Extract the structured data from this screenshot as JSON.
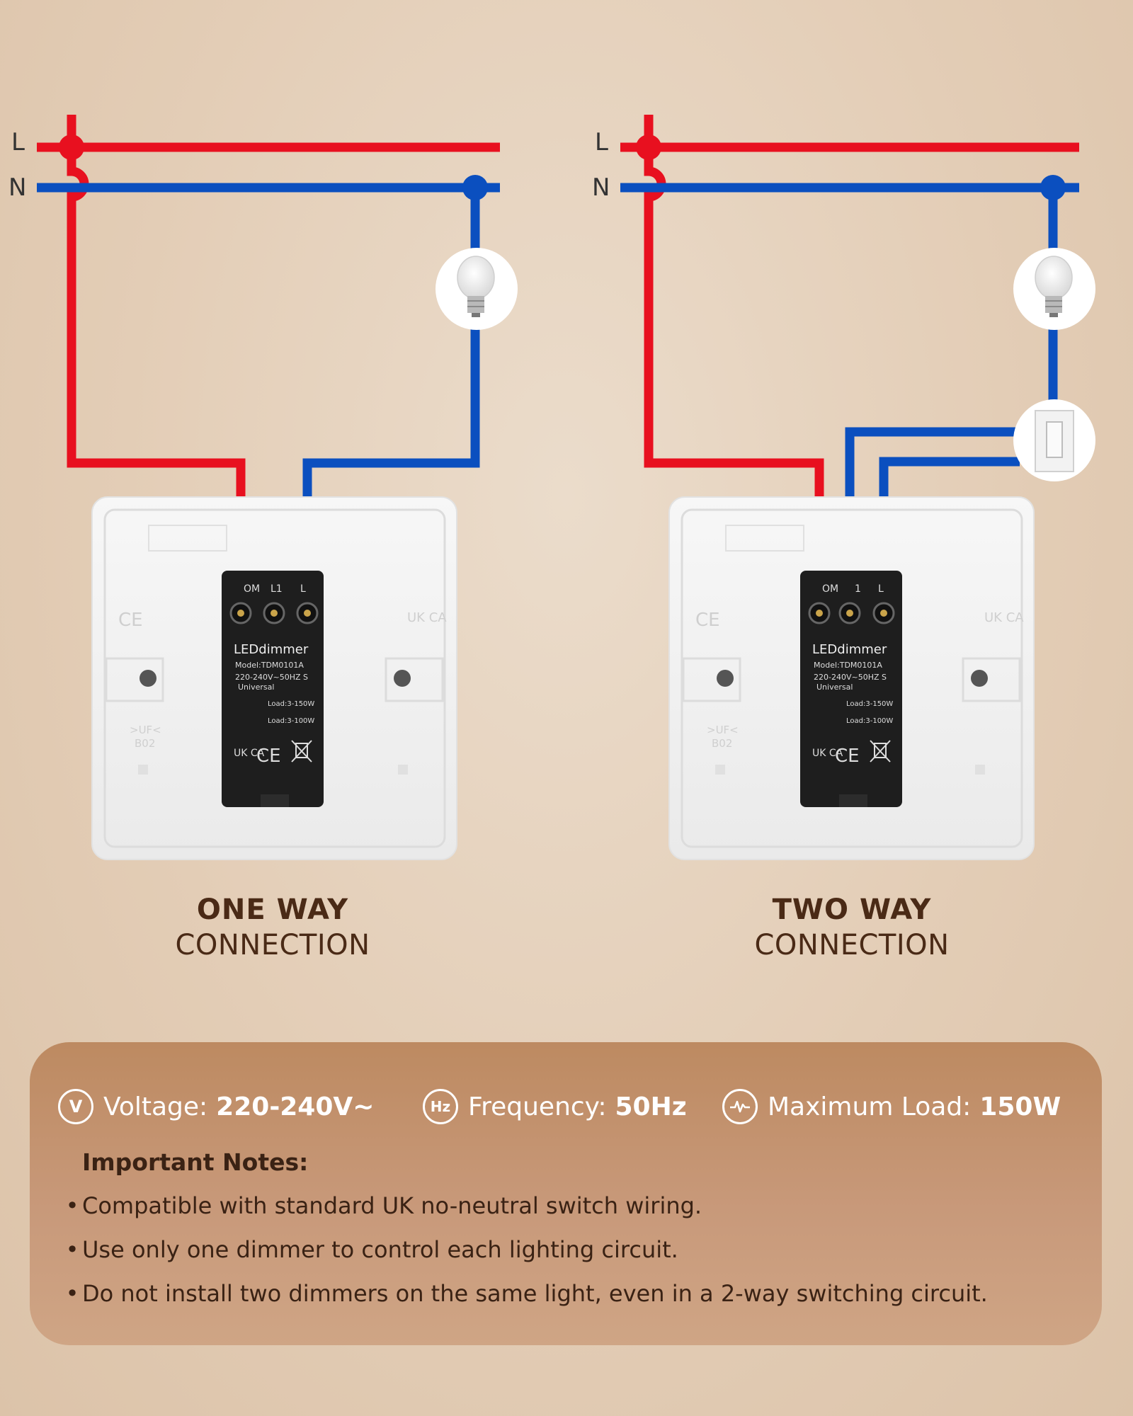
{
  "wiring": {
    "line_label": "L",
    "neutral_label": "N"
  },
  "dimmer": {
    "brand": "LEDdimmer",
    "model": "Model:TDM0101A",
    "rating": "220-240V~50HZ S",
    "universal": "Universal",
    "load1": "Load:3-150W",
    "load2": "Load:3-100W",
    "terminal_com": "OM",
    "terminal_l1": "L1",
    "terminal_l2": "L",
    "terminal_com_two": "OM",
    "terminal_l1_two": "1",
    "terminal_l2_two": "L",
    "uk_mark": "UK CA"
  },
  "plate_marks": {
    "ce": "CE",
    "ukca": "UK CA",
    "code": ">UF<",
    "code2": "B02"
  },
  "captions": {
    "one_way_line1": "ONE WAY",
    "one_way_line2": "CONNECTION",
    "two_way_line1": "TWO WAY",
    "two_way_line2": "CONNECTION"
  },
  "specs": {
    "voltage_icon": "V",
    "voltage_label": "Voltage:",
    "voltage_value": "220-240V~",
    "frequency_icon": "Hz",
    "frequency_label": "Frequency:",
    "frequency_value": "50Hz",
    "load_icon": "wave-icon",
    "load_label": "Maximum Load:",
    "load_value": "150W"
  },
  "notes": {
    "title": "Important Notes:",
    "items": [
      "Compatible with standard UK no-neutral switch wiring.",
      "Use only one dimmer to control each lighting circuit.",
      "Do not install two dimmers on the same light, even in a 2-way switching circuit."
    ]
  },
  "colors": {
    "live_wire": "#e8101f",
    "neutral_wire": "#0b4fbf",
    "panel": "#c08d66",
    "caption_text": "#4a2a16"
  }
}
